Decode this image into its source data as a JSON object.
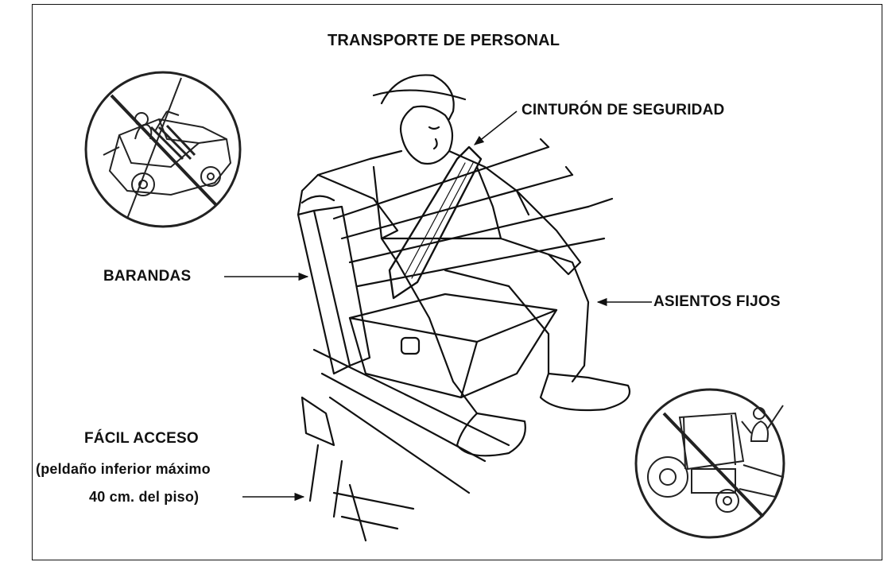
{
  "diagram": {
    "title": "TRANSPORTE DE PERSONAL",
    "labels": {
      "seat_belt": "CINTURÓN DE SEGURIDAD",
      "rails": "BARANDAS",
      "fixed_seats": "ASIENTOS FIJOS",
      "easy_access": "FÁCIL ACCESO",
      "easy_access_detail_1": "(peldaño inferior máximo",
      "easy_access_detail_2": "40 cm. del piso)"
    },
    "icons": {
      "prohibited_truck": "no-riding-in-truck-bed-icon",
      "prohibited_tractor": "no-riding-on-tractor-icon",
      "worker": "seated-worker-illustration"
    }
  }
}
